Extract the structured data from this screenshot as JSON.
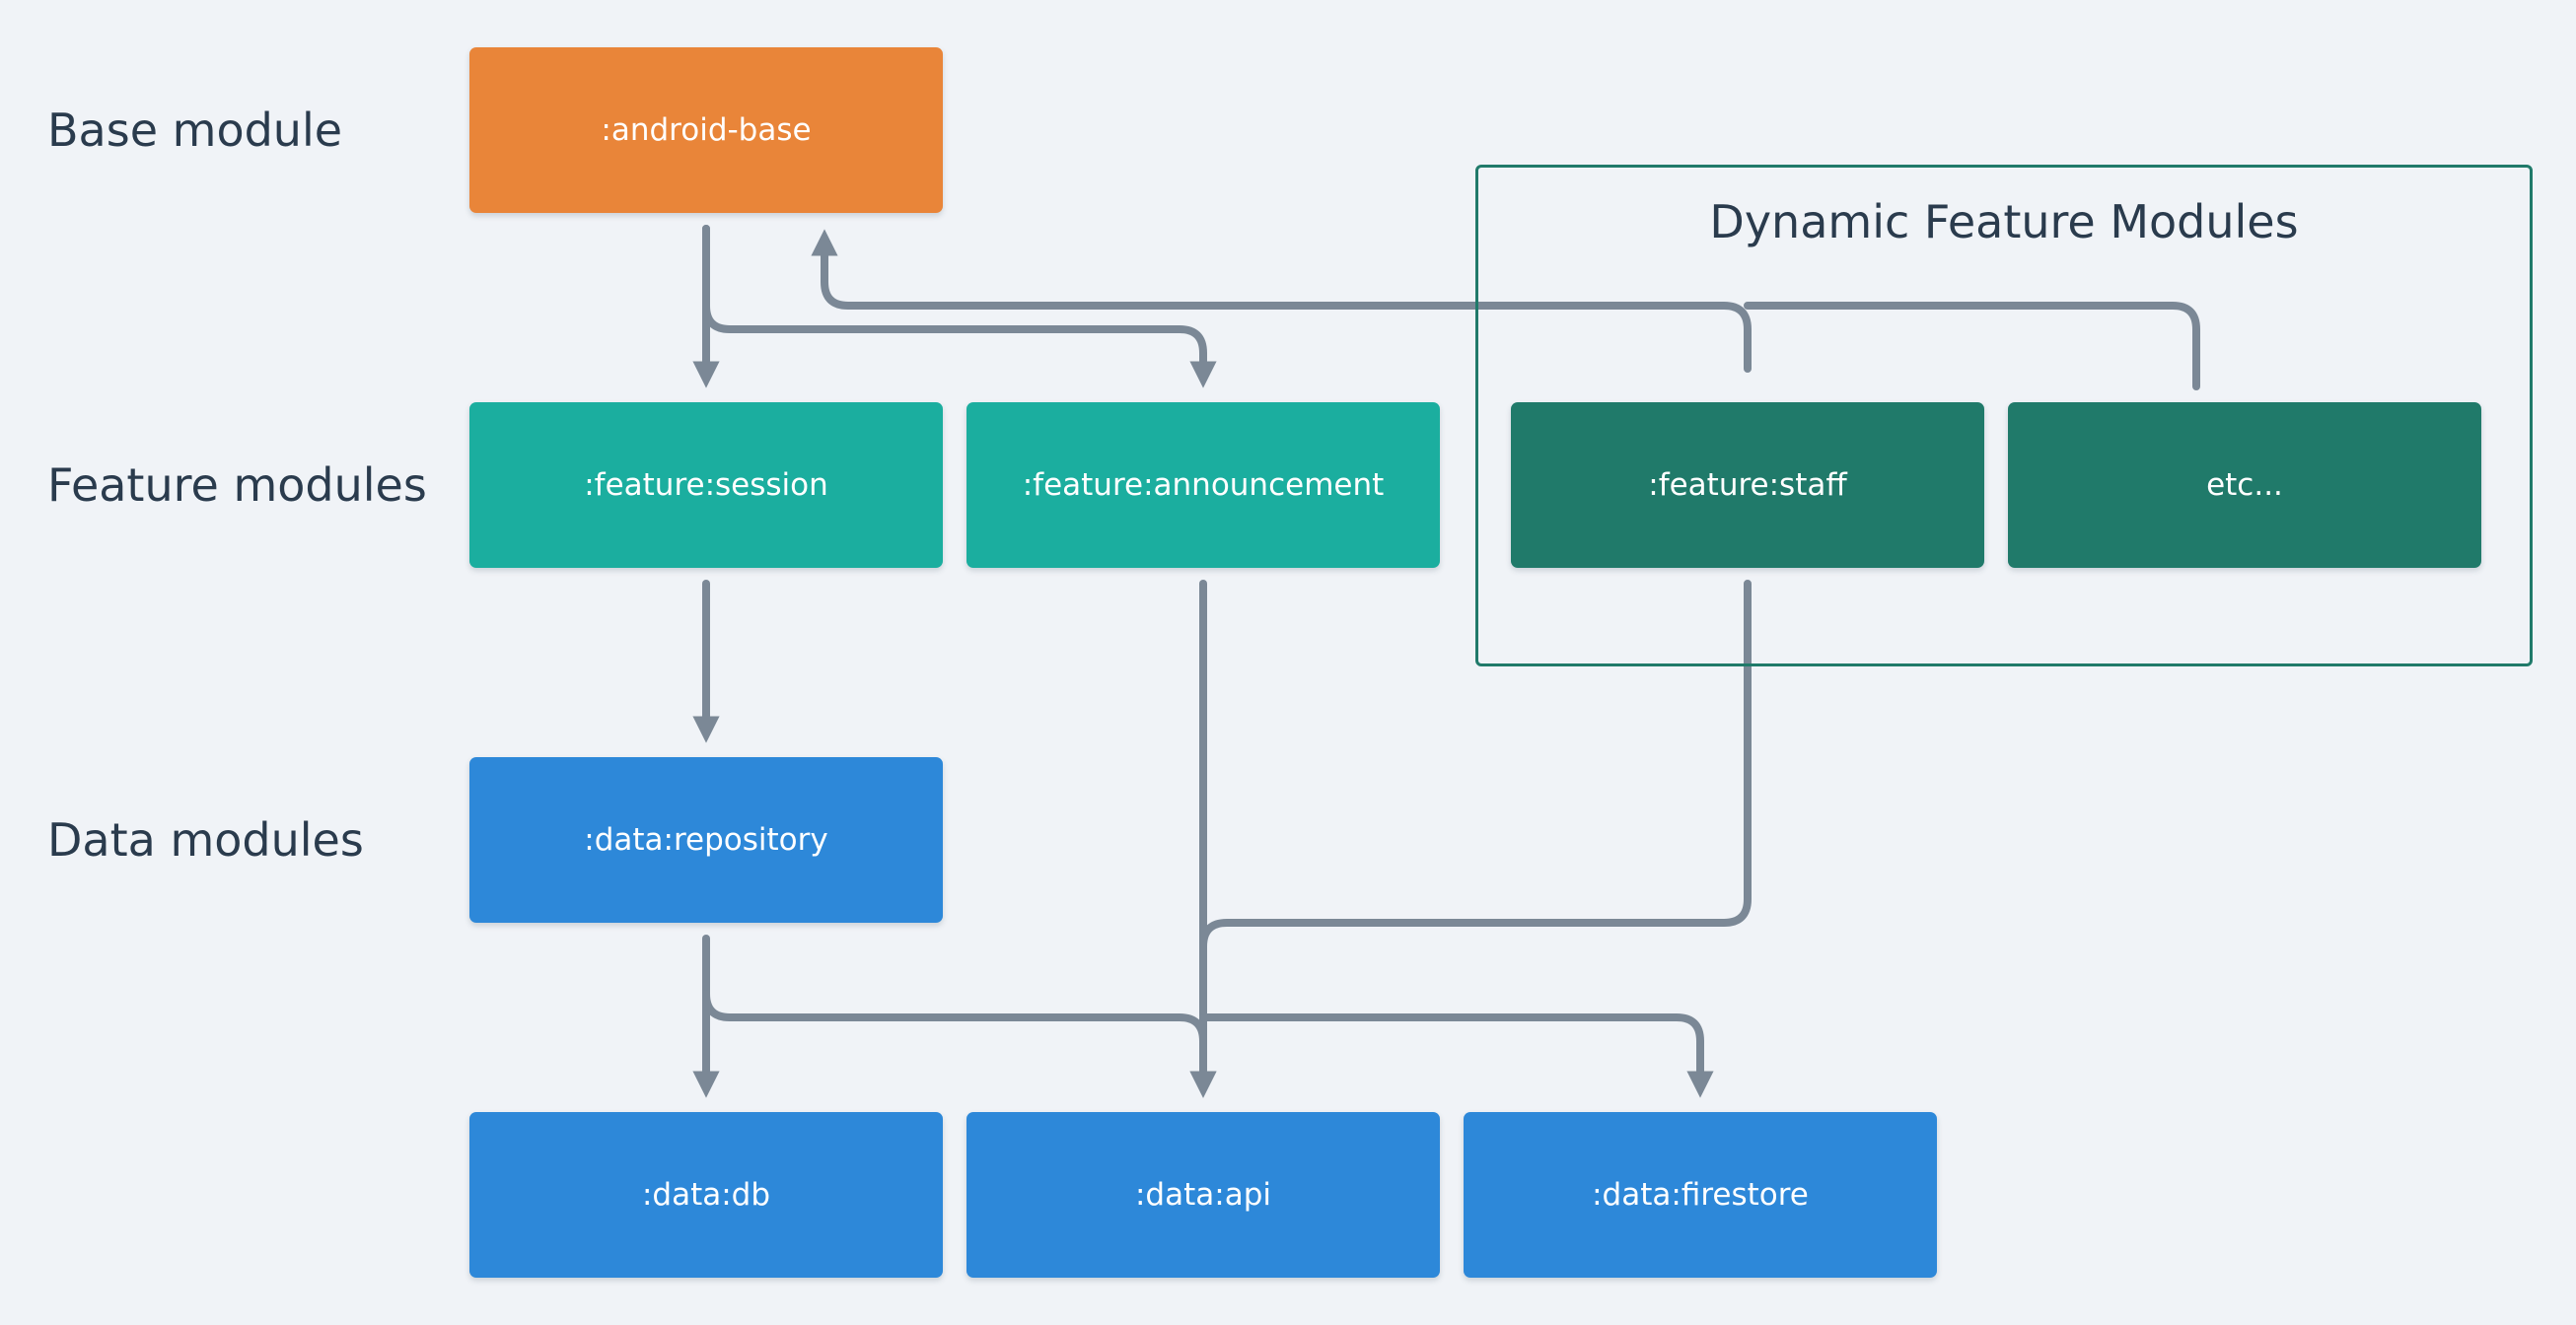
{
  "row_labels": {
    "base": "Base module",
    "feature": "Feature modules",
    "data": "Data modules"
  },
  "group": {
    "title": "Dynamic Feature Modules"
  },
  "modules": {
    "android_base": ":android-base",
    "feature_session": ":feature:session",
    "feature_announcement": ":feature:announcement",
    "feature_staff": ":feature:staff",
    "etc": "etc...",
    "data_repository": ":data:repository",
    "data_db": ":data:db",
    "data_api": ":data:api",
    "data_firestore": ":data:firestore"
  },
  "colors": {
    "background": "#f0f3f7",
    "base_module": "#e98539",
    "feature_module": "#1bae9f",
    "dynamic_feature_module": "#207a6a",
    "data_module": "#2d88d9",
    "group_border": "#207a6a",
    "arrow": "#7b8896",
    "label_text": "#2a3b4d"
  },
  "edges": [
    {
      "from": "android_base",
      "to": "feature_session"
    },
    {
      "from": "android_base",
      "to": "feature_announcement"
    },
    {
      "from": "feature_staff",
      "to": "android_base"
    },
    {
      "from": "etc",
      "to": "android_base"
    },
    {
      "from": "feature_session",
      "to": "data_repository"
    },
    {
      "from": "feature_announcement",
      "to": "data_api"
    },
    {
      "from": "feature_staff",
      "to": "data_api"
    },
    {
      "from": "data_repository",
      "to": "data_db"
    },
    {
      "from": "data_repository",
      "to": "data_api"
    },
    {
      "from": "data_repository",
      "to": "data_firestore"
    }
  ]
}
